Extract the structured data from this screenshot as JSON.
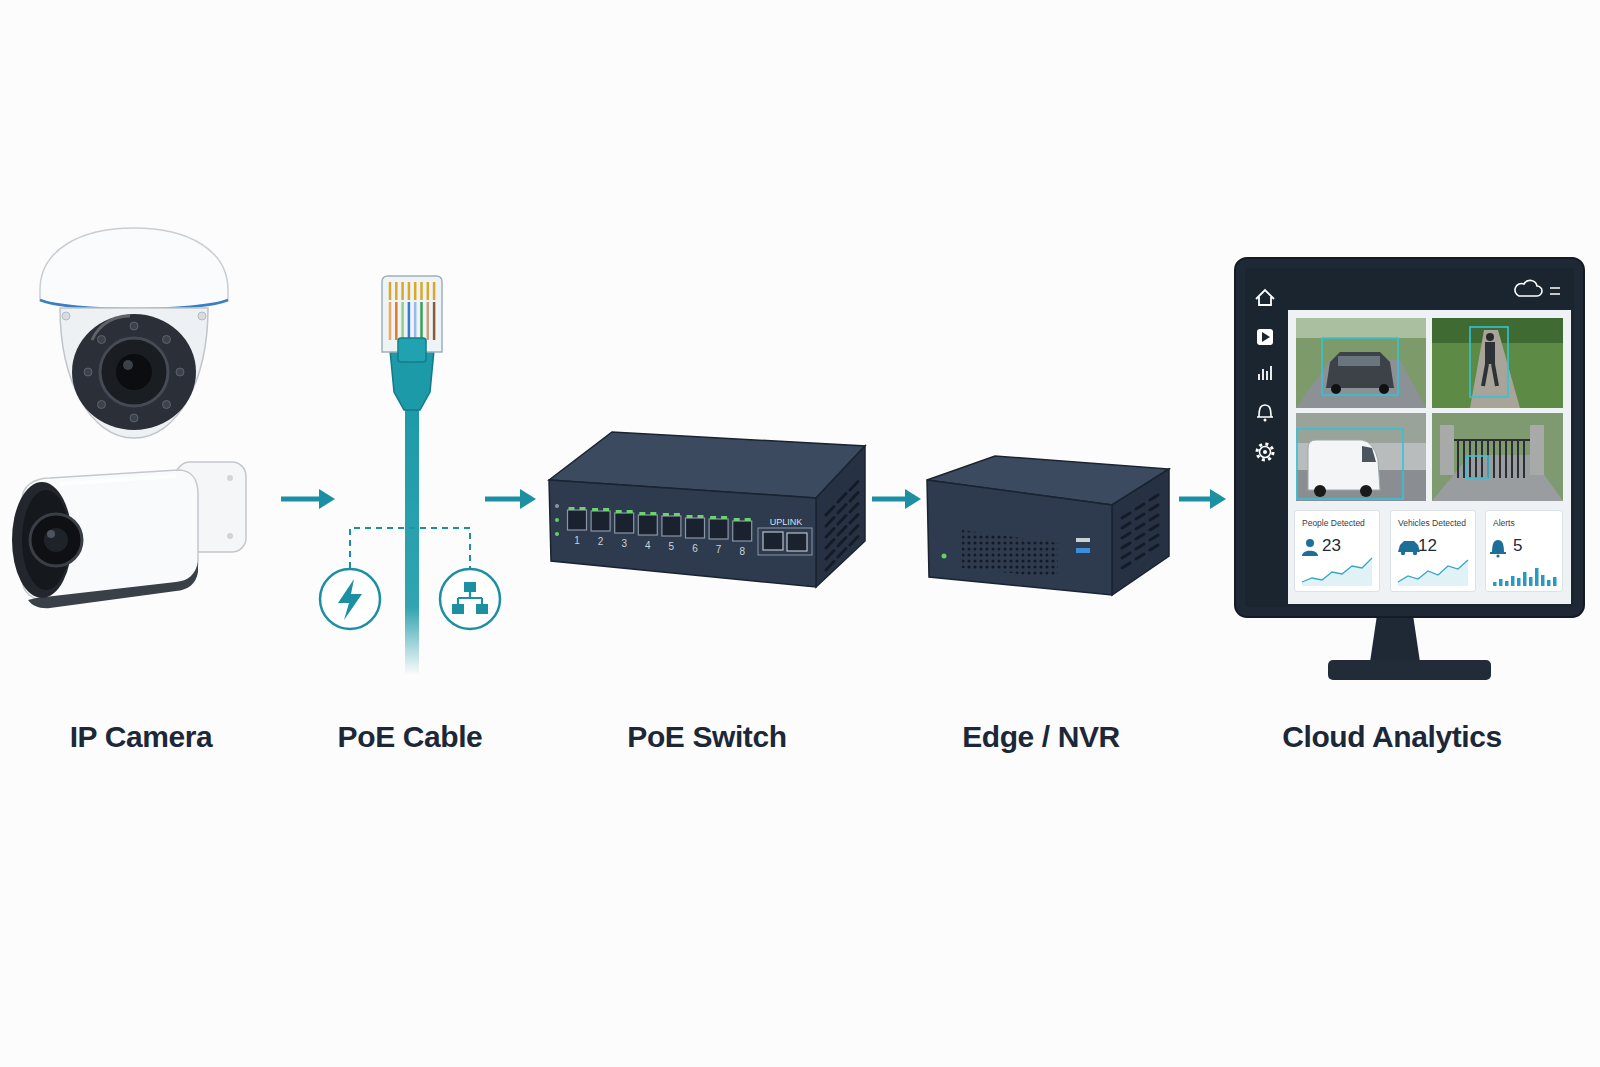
{
  "diagram": {
    "nodes": [
      {
        "text": [
          "IP Camera"
        ]
      },
      {
        "text": [
          "PoE Cable"
        ]
      },
      {
        "text": [
          "PoE Switch"
        ]
      },
      {
        "text": [
          "Edge / NVR"
        ]
      },
      {
        "text": [
          "Cloud Analytics"
        ]
      },
      {
        "text": [
          "People Detected",
          "23"
        ],
        "in": 4
      },
      {
        "text": [
          "Vehicles Detected",
          "12"
        ],
        "in": 4
      },
      {
        "text": [
          "Alerts",
          "5"
        ],
        "in": 4
      }
    ],
    "edges": [
      {
        "from": 0,
        "to": 1,
        "arrow": "to"
      },
      {
        "from": 1,
        "to": 2,
        "arrow": "to"
      },
      {
        "from": 2,
        "to": 3,
        "arrow": "to"
      },
      {
        "from": 3,
        "to": 4,
        "arrow": "to"
      }
    ],
    "labels": [
      "1",
      "2",
      "3",
      "4",
      "5",
      "6",
      "7",
      "8",
      "UPLINK"
    ]
  }
}
